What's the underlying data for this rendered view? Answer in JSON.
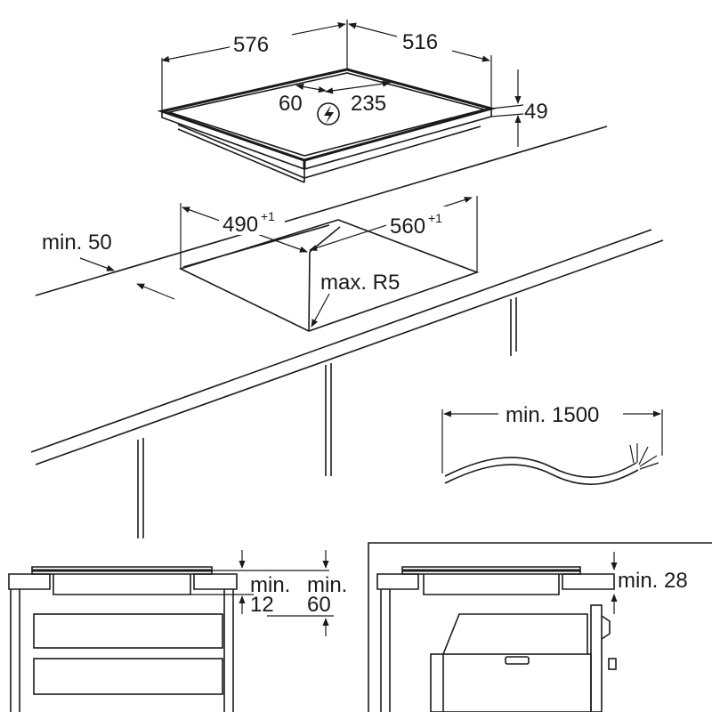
{
  "hob_dimensions": {
    "width": "576",
    "depth": "516",
    "height": "49",
    "cable_offset_x": "60",
    "cable_offset_y": "235"
  },
  "cutout": {
    "width": "490",
    "width_tolerance": "+1",
    "depth": "560",
    "depth_tolerance": "+1",
    "corner_radius": "max. R5",
    "front_edge_distance": "min. 50"
  },
  "cable": {
    "min_length": "min. 1500"
  },
  "section_left": {
    "gap_label_1a": "min.",
    "gap_value_1": "12",
    "gap_label_2a": "min.",
    "gap_value_2": "60"
  },
  "section_right": {
    "gap_label": "min. 28"
  },
  "icons": {
    "electric_connection": "lightning-bolt-in-circle"
  }
}
